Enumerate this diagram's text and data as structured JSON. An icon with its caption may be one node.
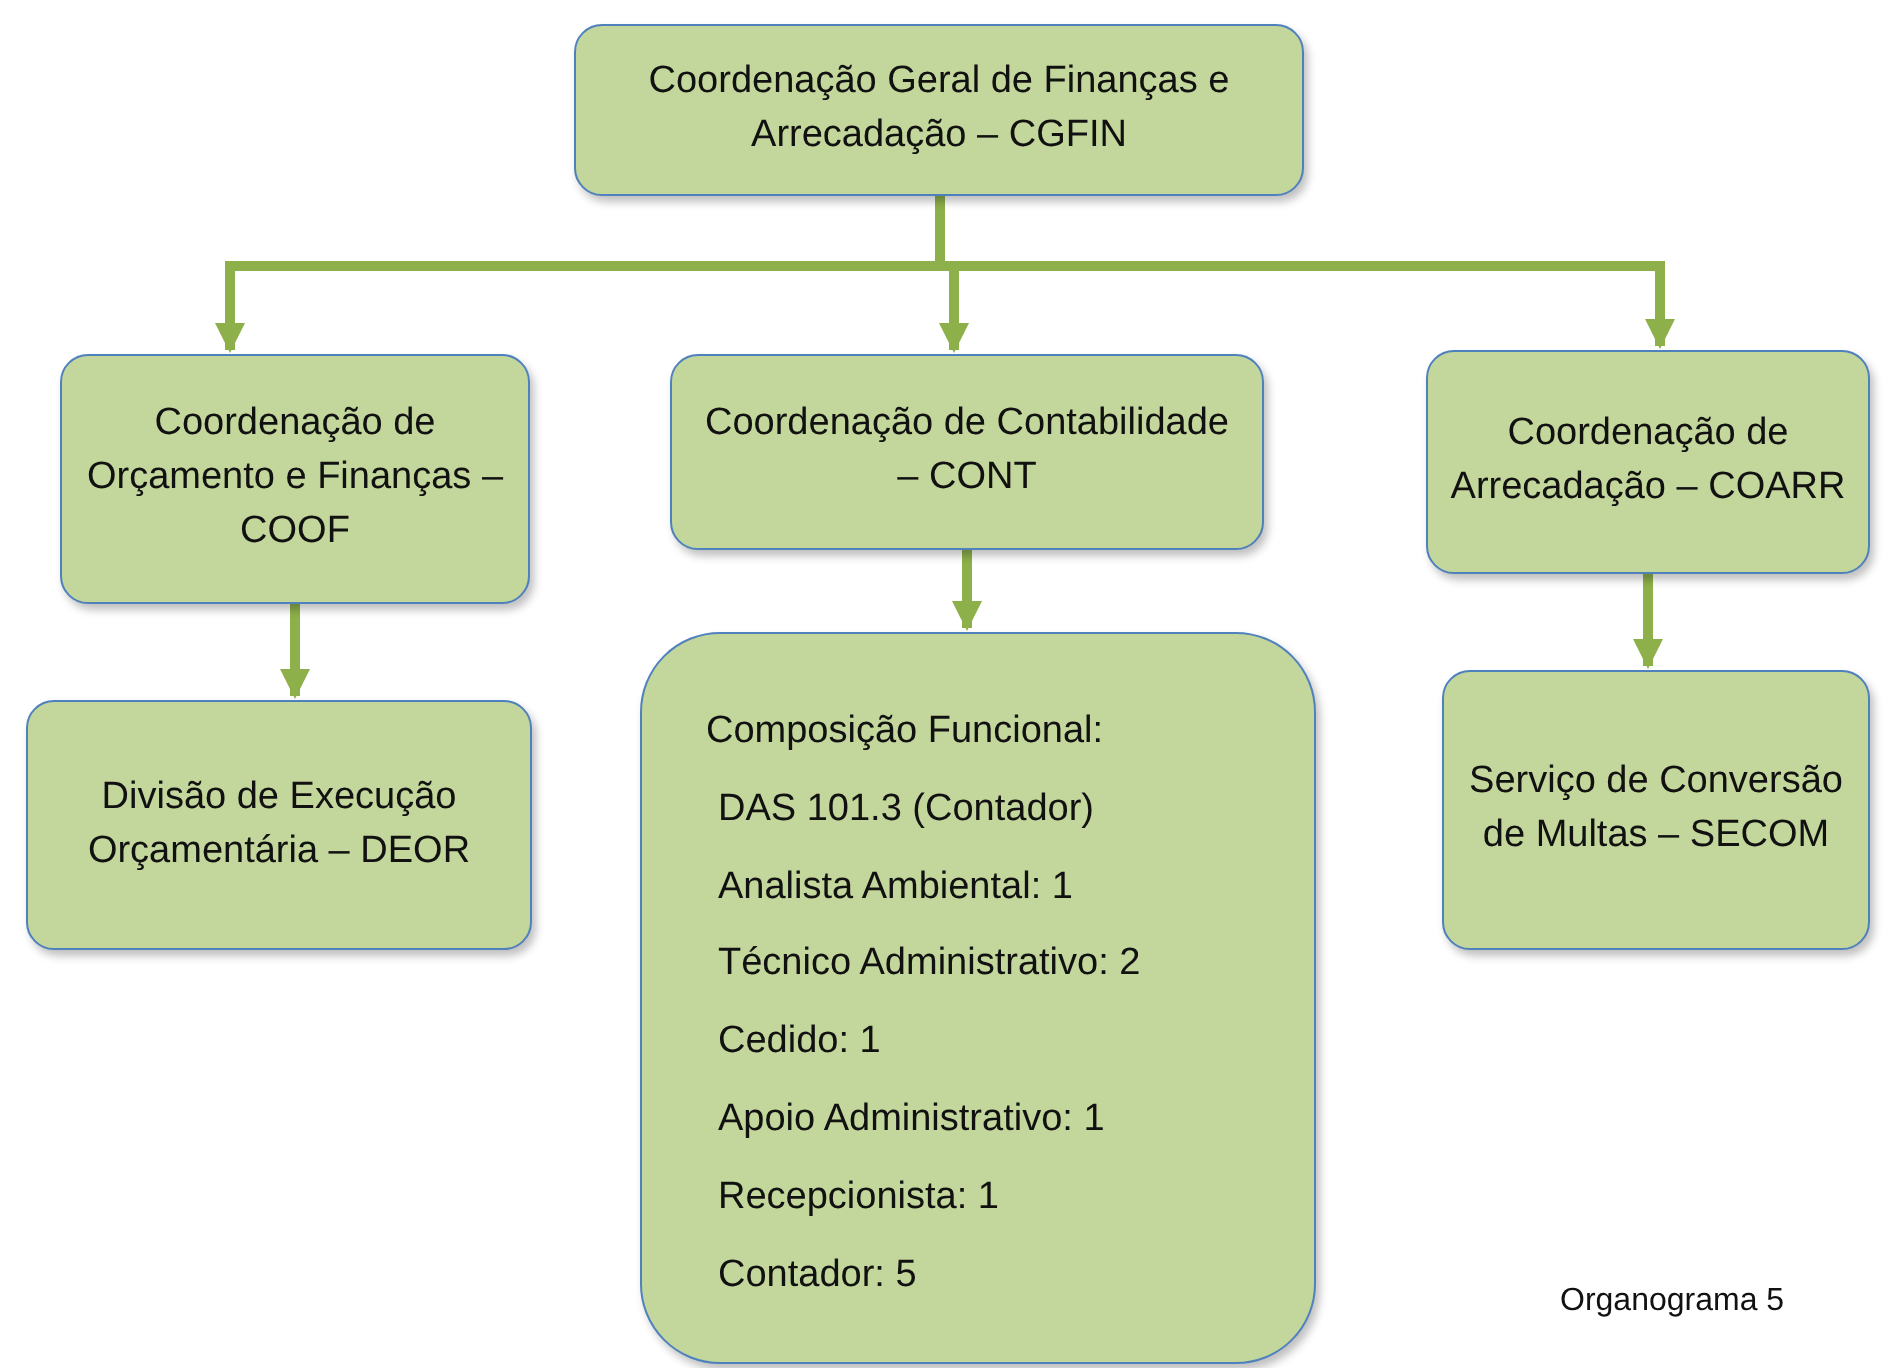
{
  "diagram": {
    "nodes": [
      {
        "text": [
          "Coordenação Geral de Finanças e Arrecadação – CGFIN"
        ]
      },
      {
        "text": [
          "Coordenação de Orçamento e Finanças – COOF"
        ]
      },
      {
        "text": [
          "Coordenação de Contabilidade – CONT"
        ]
      },
      {
        "text": [
          "Coordenação de Arrecadação – COARR"
        ]
      },
      {
        "text": [
          "Divisão de Execução Orçamentária – DEOR"
        ]
      },
      {
        "text": [
          "Composição Funcional:",
          "DAS 101.3 (Contador)",
          "Analista Ambiental: 1",
          "Técnico Administrativo: 2",
          "Cedido: 1",
          "Apoio Administrativo: 1",
          "Recepcionista: 1",
          "Contador: 5"
        ]
      },
      {
        "text": [
          "Serviço de Conversão de Multas – SECOM"
        ]
      }
    ],
    "edges": [
      {
        "from": 0,
        "to": 1,
        "arrow": "to"
      },
      {
        "from": 0,
        "to": 2,
        "arrow": "to"
      },
      {
        "from": 0,
        "to": 3,
        "arrow": "to"
      },
      {
        "from": 1,
        "to": 4,
        "arrow": "to"
      },
      {
        "from": 2,
        "to": 5,
        "arrow": "to"
      },
      {
        "from": 3,
        "to": 6,
        "arrow": "to"
      }
    ],
    "labels": [
      "Organograma 5"
    ]
  }
}
